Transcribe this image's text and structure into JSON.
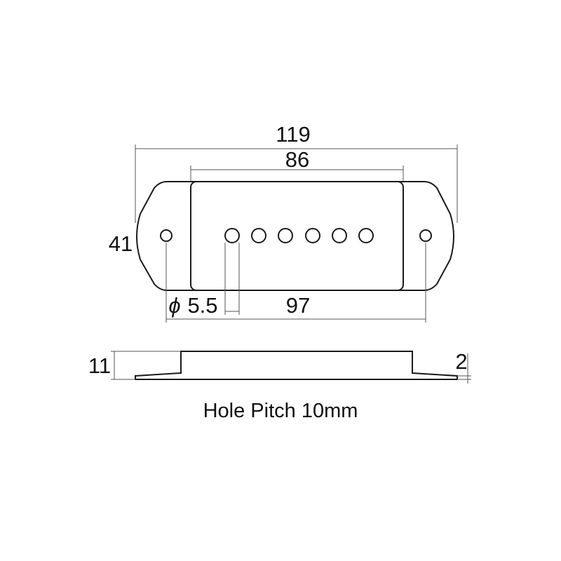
{
  "dimensions": {
    "overall_length": "119",
    "body_length": "86",
    "width": "41",
    "hole_diameter_symbol": "ϕ",
    "hole_diameter": "5.5",
    "mount_hole_spacing": "97",
    "height": "11",
    "flange_thickness": "2"
  },
  "caption": "Hole Pitch 10mm"
}
